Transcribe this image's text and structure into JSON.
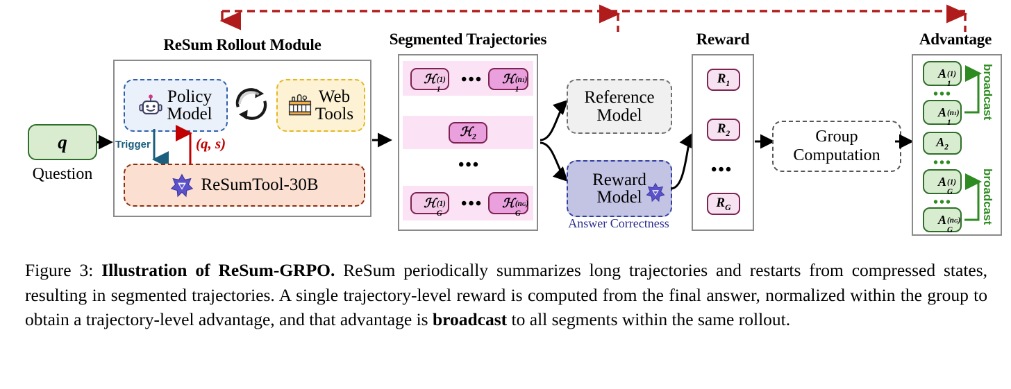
{
  "figure": {
    "columns": {
      "rollout_title": "ReSum Rollout Module",
      "segmented_title": "Segmented Trajectories",
      "reward_title": "Reward",
      "advantage_title": "Advantage"
    },
    "question": {
      "symbol": "q",
      "label": "Question"
    },
    "rollout": {
      "policy_model": "Policy Model",
      "policy_icon": "robot-icon",
      "web_tools": "Web Tools",
      "web_tools_icon": "toolbox-icon",
      "cycle_icon": "refresh-cycle-icon",
      "trigger_label": "Trigger",
      "qs_label": "(q, s)",
      "resum_tool": "ReSumTool-30B",
      "resum_tool_icon": "resum-logo-icon"
    },
    "trajectories": [
      {
        "row": 1,
        "first": "H(1)_1",
        "dots": "•••",
        "last": "H(n1)_1"
      },
      {
        "row": 2,
        "single": "H_2"
      },
      {
        "row": 3,
        "dots": "•••"
      },
      {
        "row": 4,
        "first": "H(1)_G",
        "dots": "•••",
        "last": "H(nG)_G"
      }
    ],
    "models": {
      "reference_model": "Reference Model",
      "reward_model": "Reward Model",
      "reward_model_icon": "resum-logo-icon",
      "answer_correctness": "Answer Correctness"
    },
    "rewards": [
      "R_1",
      "R_2",
      "•••",
      "R_G"
    ],
    "group_computation": "Group Computation",
    "advantages": [
      {
        "label": "A(1)_1",
        "type": "box"
      },
      {
        "label": "•••",
        "type": "dots"
      },
      {
        "label": "A(n1)_1",
        "type": "box"
      },
      {
        "label": "A_2",
        "type": "box"
      },
      {
        "label": "•••",
        "type": "dots"
      },
      {
        "label": "A(1)_G",
        "type": "box"
      },
      {
        "label": "•••",
        "type": "dots"
      },
      {
        "label": "A(nG)_G",
        "type": "box"
      }
    ],
    "broadcast_label_top": "broadcast",
    "broadcast_label_bottom": "broadcast",
    "colors": {
      "question_fill": "#d9ecd0",
      "question_border": "#2e6e28",
      "policy_fill": "#eaf1fa",
      "policy_border": "#2f5fa8",
      "webtools_fill": "#fdf3d4",
      "webtools_border": "#e3b723",
      "resumtool_fill": "#fbe0d2",
      "resumtool_border": "#8a2f12",
      "trajectory_band": "#fbe3f5",
      "h_light": "#f4cbe8",
      "h_dark": "#e9a0dd",
      "h_border": "#7d2352",
      "reference_fill": "#f0f0f0",
      "reward_model_fill": "#c3c3e4",
      "reward_model_border": "#2f3f9e",
      "reward_fill": "#f7e2f2",
      "advantage_fill": "#d8ecd0",
      "advantage_border": "#2e6e28",
      "feedback_arrow": "#b01c1c",
      "trigger": "#1b5e7e",
      "qs": "#c00000",
      "broadcast": "#2e8b22"
    }
  },
  "caption": {
    "figure_number": "Figure 3:",
    "bold_title": "Illustration of ReSum-GRPO.",
    "body_part1": " ReSum periodically summarizes long trajectories and restarts from compressed states, resulting in segmented trajectories. A single trajectory-level reward is computed from the final answer, normalized within the group to obtain a trajectory-level advantage, and that advantage is ",
    "bold_word": "broadcast",
    "body_part2": " to all segments within the same rollout."
  }
}
